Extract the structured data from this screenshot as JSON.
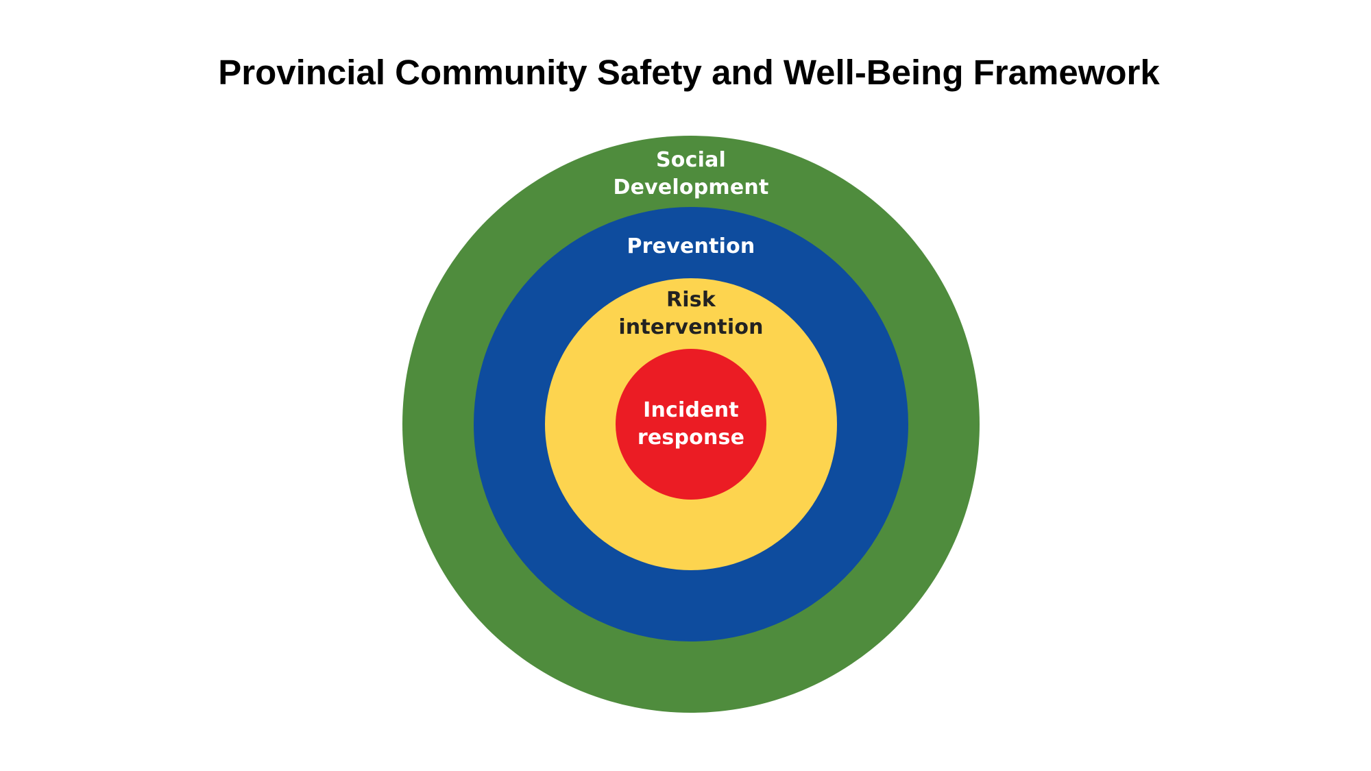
{
  "title": "Provincial Community Safety and Well-Being Framework",
  "rings": {
    "social_development": {
      "lines": [
        "Social",
        "Development"
      ],
      "fill": "#4F8C3D",
      "text_color": "#FFFFFF"
    },
    "prevention": {
      "lines": [
        "Prevention"
      ],
      "fill": "#0E4C9E",
      "text_color": "#FFFFFF"
    },
    "risk_intervention": {
      "lines": [
        "Risk",
        "intervention"
      ],
      "fill": "#FDD44F",
      "text_color": "#222222"
    },
    "incident_response": {
      "lines": [
        "Incident",
        "response"
      ],
      "fill": "#EB1C24",
      "text_color": "#FFFFFF"
    }
  }
}
